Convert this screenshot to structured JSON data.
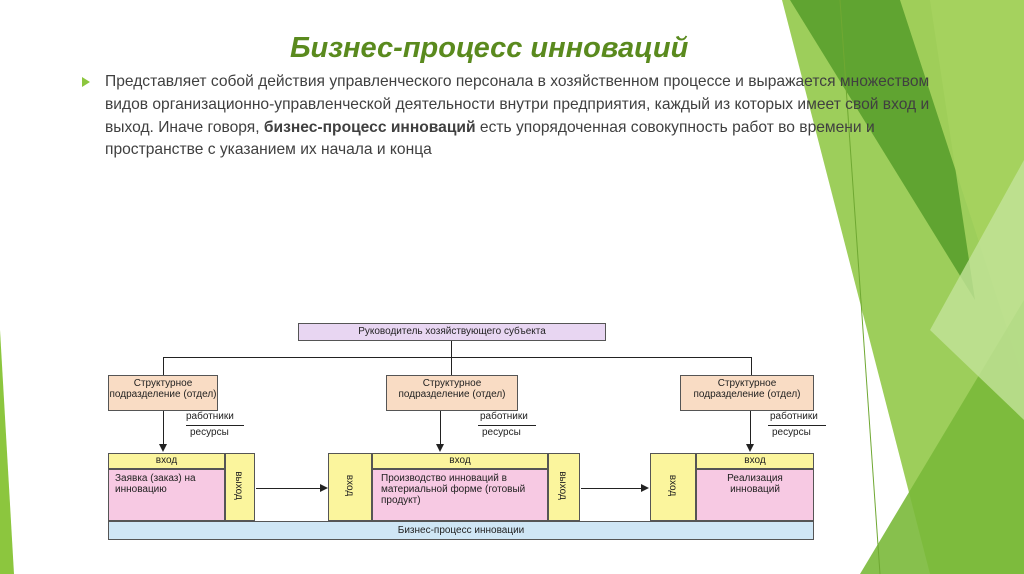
{
  "slide": {
    "title": "Бизнес-процесс инноваций",
    "paragraph": {
      "part1": "Представляет собой действия управленческого персонала в хозяйственном процессе и выражается множеством видов организационно-управленческой деятельности внутри предприятия, каждый из которых имеет свой вход и выход. Иначе говоря, ",
      "bold1": "бизнес-процесс инноваций",
      "part2": " есть упорядоченная совокупность работ во времени и пространстве с указанием их начала и конца"
    }
  },
  "diagram": {
    "head": "Руководитель хозяйствующего субъекта",
    "unit_label": "Структурное подразделение (отдел)",
    "workers": "работники",
    "resources": "ресурсы",
    "input": "вход",
    "output": "выход",
    "stages": [
      "Заявка (заказ) на инновацию",
      "Производство инноваций в материальной форме (готовый продукт)",
      "Реализация инноваций"
    ],
    "footer": "Бизнес-процесс инновации"
  },
  "colors": {
    "accent": "#5a8a1e",
    "bullet": "#8cc63e",
    "head_fill": "#e8d6f2",
    "unit_fill": "#f9dcc4",
    "input_fill": "#fbf59d",
    "stage_fill": "#f7c9e3",
    "footer_fill": "#cfe6f5"
  }
}
